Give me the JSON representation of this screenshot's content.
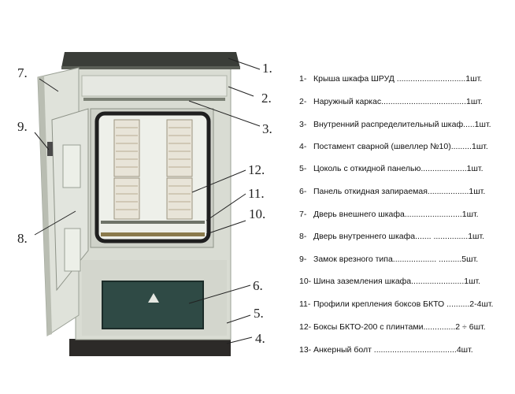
{
  "callouts": [
    "1.",
    "2.",
    "3.",
    "4.",
    "5.",
    "6.",
    "7.",
    "8.",
    "9.",
    "10.",
    "11.",
    "12."
  ],
  "legend": [
    {
      "num": "1-",
      "text": "Крыша шкафа ШРУД ..............................1шт."
    },
    {
      "num": "2-",
      "text": "Наружный каркас.....................................1шт."
    },
    {
      "num": "3-",
      "text": "Внутренний распределительный шкаф.....1шт."
    },
    {
      "num": "4-",
      "text": "Постамент сварной (швеллер №10).........1шт."
    },
    {
      "num": "5-",
      "text": "Цоколь с откидной панелью....................1шт."
    },
    {
      "num": "6-",
      "text": "Панель откидная запираемая..................1шт."
    },
    {
      "num": "7-",
      "text": "Дверь внешнего шкафа.........................1шт."
    },
    {
      "num": "8-",
      "text": "Дверь внутреннего шкафа....... ...............1шт."
    },
    {
      "num": "9-",
      "text": "Замок врезного типа................... ..........5шт."
    },
    {
      "num": "10-",
      "text": "Шина заземления шкафа.......................1шт."
    },
    {
      "num": "11-",
      "text": "Профили крепления боксов БКТО ..........2-4шт."
    },
    {
      "num": "12-",
      "text": "Боксы БКТО-200 с плинтами..............2 ÷ 6шт."
    },
    {
      "num": "13-",
      "text": "Анкерный болт ....................................4шт."
    }
  ],
  "colors": {
    "cabinet_body": "#d9dcd3",
    "roof": "#3a3d38",
    "panel": "#2f4a45",
    "base": "#2c2a28",
    "inner_frame": "#1f1f1f",
    "door_inner": "#e2e5de"
  }
}
